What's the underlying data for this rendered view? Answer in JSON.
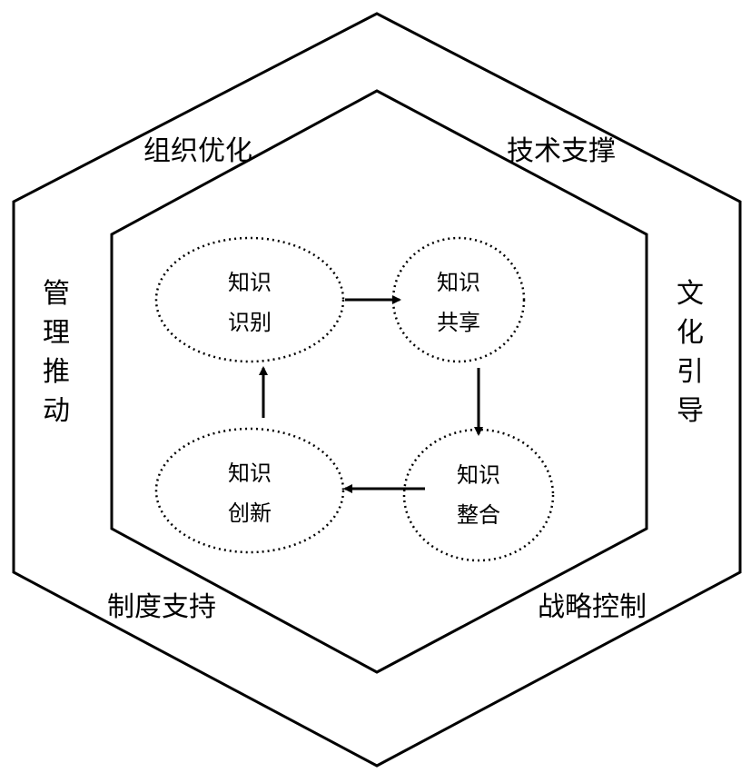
{
  "outer_labels": {
    "top_left": "组织优化",
    "top_right": "技术支撑",
    "left": "管理推动",
    "right": "文化引导",
    "bottom_left": "制度支持",
    "bottom_right": "战略控制"
  },
  "cycle_nodes": [
    {
      "line1": "知识",
      "line2": "识别"
    },
    {
      "line1": "知识",
      "line2": "共享"
    },
    {
      "line1": "知识",
      "line2": "整合"
    },
    {
      "line1": "知识",
      "line2": "创新"
    }
  ]
}
